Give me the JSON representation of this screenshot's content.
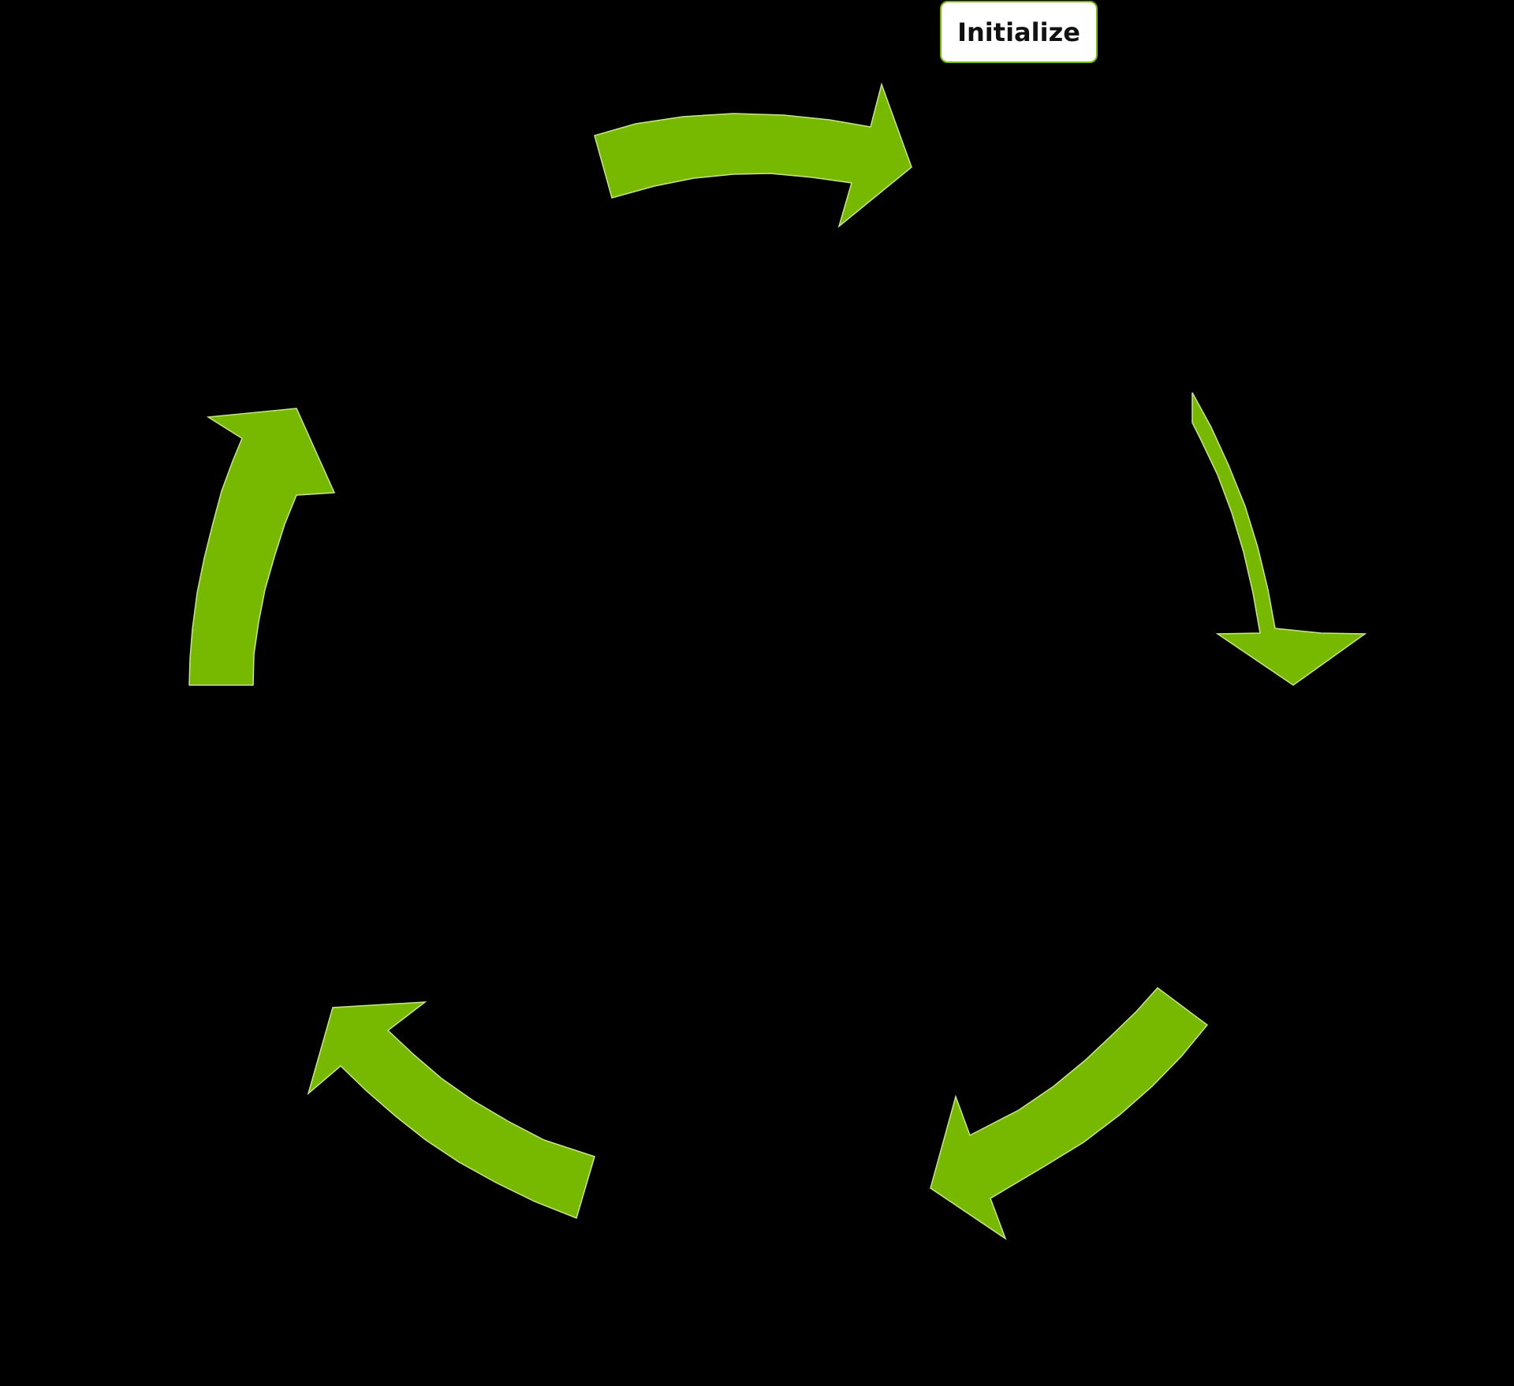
{
  "diagram": {
    "type": "cycle",
    "step_count": 5,
    "steps": [
      {
        "label": "Initialize"
      },
      {
        "label": ""
      },
      {
        "label": ""
      },
      {
        "label": ""
      },
      {
        "label": ""
      }
    ]
  },
  "colors": {
    "background": "#000000",
    "arrow_fill": "#76B900",
    "arrow_edge": "#C7E58A",
    "label_background": "#FFFFFF",
    "label_border": "#76B900",
    "label_text": "#111111"
  },
  "icons": [
    "curved-arrow-icon"
  ]
}
